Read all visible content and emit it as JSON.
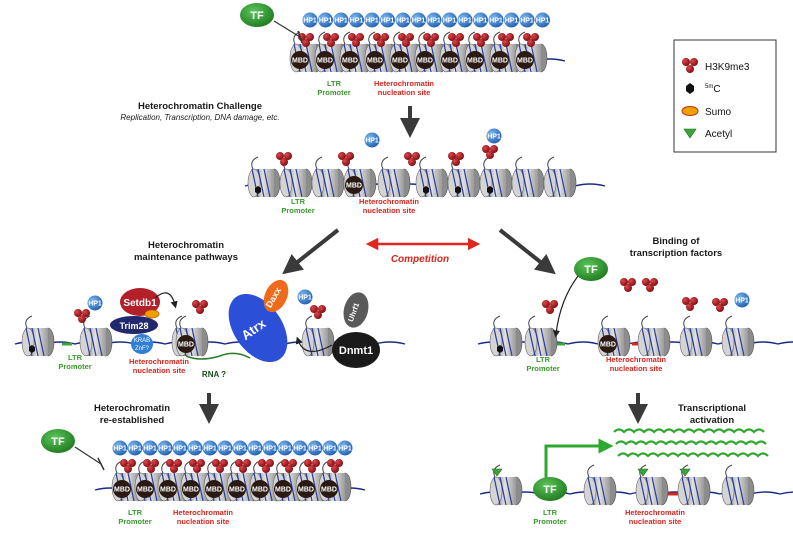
{
  "labels": {
    "tf": "TF",
    "hp1": "HP1",
    "mbd": "MBD",
    "ltr_promoter_line1": "LTR",
    "ltr_promoter_line2": "Promoter",
    "nucleation_line1": "Heterochromatin",
    "nucleation_line2": "nucleation site",
    "setdb1": "Setdb1",
    "trim28": "Trim28",
    "krab_line1": "KRAB",
    "krab_line2": "ZnF?",
    "atrx": "Atrx",
    "daxx": "Daxx",
    "uhrf1": "Uhrf1",
    "dnmt1": "Dnmt1",
    "rna": "RNA ?"
  },
  "headings": {
    "challenge_title": "Heterochromatin Challenge",
    "challenge_subtitle": "Replication, Transcription, DNA damage, etc.",
    "maintenance_line1": "Heterochromatin",
    "maintenance_line2": "maintenance pathways",
    "competition": "Competition",
    "binding_line1": "Binding of",
    "binding_line2": "transcription factors",
    "reestablished_line1": "Heterochromatin",
    "reestablished_line2": "re-established",
    "activation_line1": "Transcriptional",
    "activation_line2": "activation"
  },
  "legend": {
    "items": [
      {
        "label": "H3K9me3",
        "icon": "h3k9me3-icon"
      },
      {
        "label": "5mC",
        "superscript": "5m",
        "base": "C",
        "icon": "methyl-c-icon"
      },
      {
        "label": "Sumo",
        "icon": "sumo-icon"
      },
      {
        "label": "Acetyl",
        "icon": "acetyl-icon"
      }
    ]
  },
  "colors": {
    "hp1": "#2f7fd6",
    "tf": "#2e9a2e",
    "h3k9me3": "#b3141b",
    "nucleosome": "#b9b9b9",
    "dna": "#1b2a8a",
    "ltr": "#3aa63a",
    "nucleation": "#d7261e",
    "competition": "#e0261e",
    "arrow": "#3a3a3a"
  }
}
